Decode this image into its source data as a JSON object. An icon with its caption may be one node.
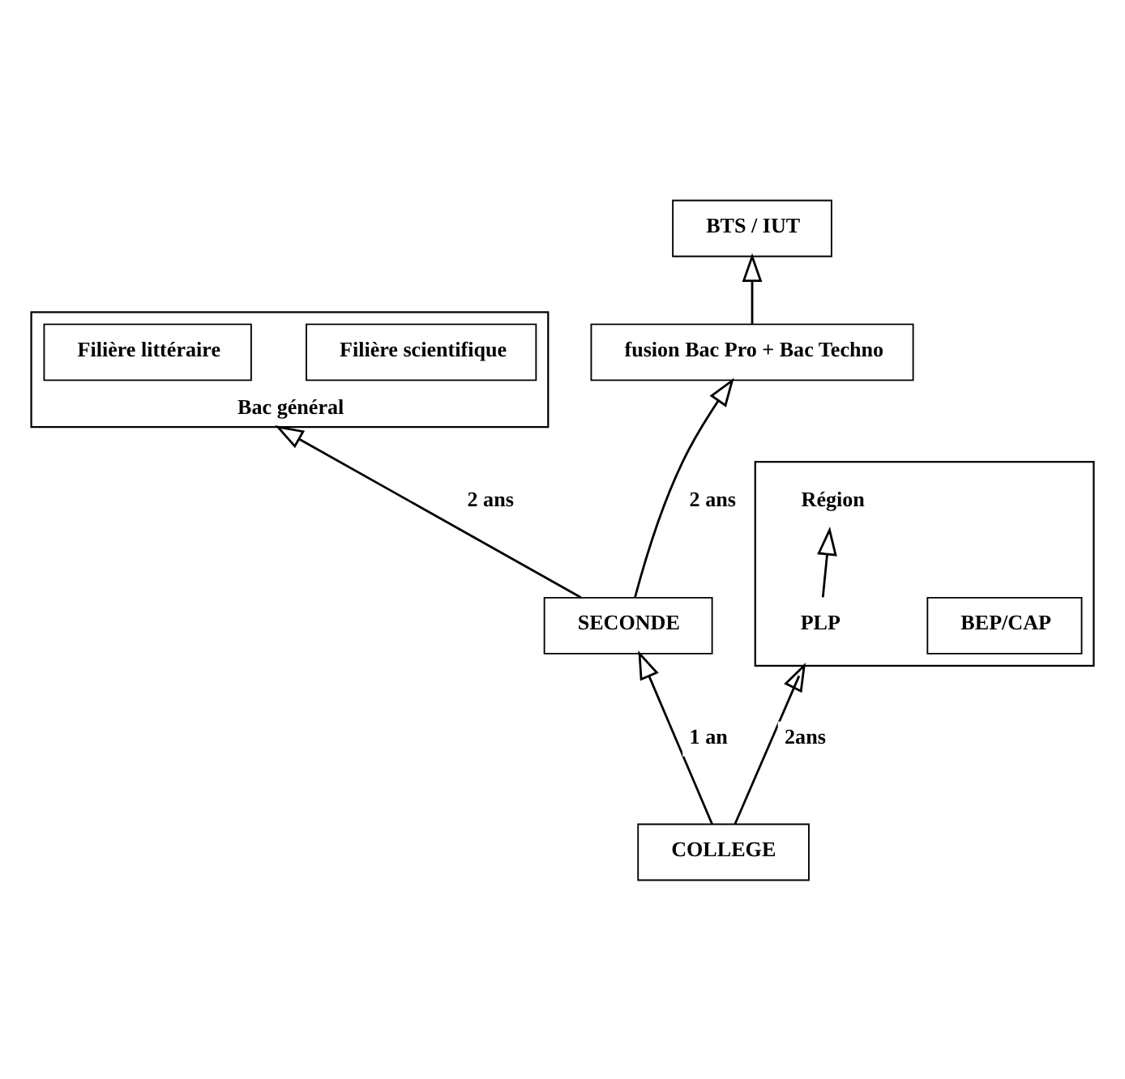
{
  "diagram": {
    "nodes": [
      {
        "text": [
          "BTS / IUT"
        ]
      },
      {
        "text": [
          "Bac général"
        ]
      },
      {
        "text": [
          "Filière scientifique"
        ],
        "in": 1
      },
      {
        "text": [
          "Filière littéraire"
        ],
        "in": 1
      },
      {
        "text": [
          "fusion Bac Pro + Bac Techno"
        ]
      },
      {
        "text": [
          "SECONDE"
        ]
      },
      {
        "text": [],
        "shape": "box"
      },
      {
        "text": [
          "BEP/CAP"
        ],
        "in": 6
      },
      {
        "text": [
          "Région"
        ],
        "in": 6
      },
      {
        "text": [
          "PLP"
        ],
        "in": 6
      },
      {
        "text": [
          "COLLEGE"
        ]
      }
    ],
    "edges": [
      {
        "from": 4,
        "to": 0,
        "arrow": "to"
      },
      {
        "from": 5,
        "to": 1,
        "arrow": "to",
        "label": "2 ans"
      },
      {
        "from": 5,
        "to": 4,
        "arrow": "to",
        "label": "2 ans"
      },
      {
        "from": 9,
        "to": 8,
        "arrow": "to"
      },
      {
        "from": 10,
        "to": 5,
        "arrow": "to",
        "label": "1 an"
      },
      {
        "from": 10,
        "to": 6,
        "arrow": "to",
        "label": "2ans"
      }
    ]
  }
}
